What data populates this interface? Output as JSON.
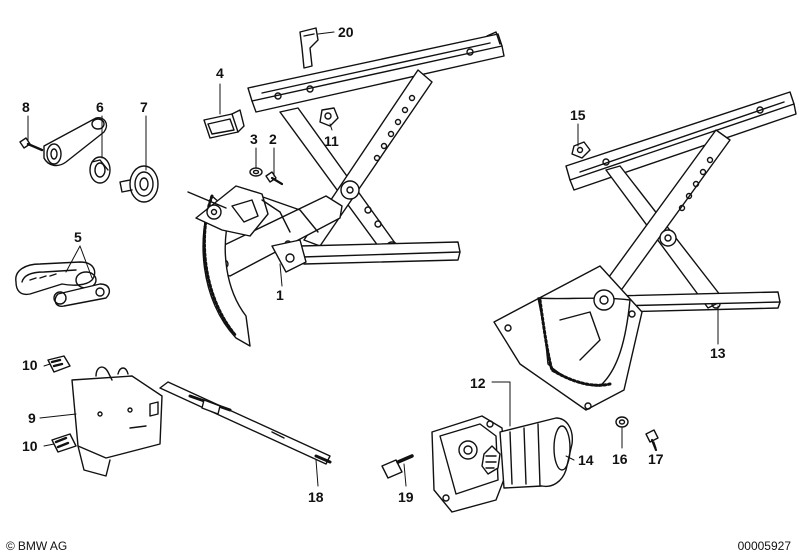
{
  "callouts": {
    "p1": "1",
    "p2": "2",
    "p3": "3",
    "p4": "4",
    "p5": "5",
    "p6": "6",
    "p7": "7",
    "p8": "8",
    "p9": "9",
    "p10a": "10",
    "p10b": "10",
    "p11": "11",
    "p12": "12",
    "p13": "13",
    "p14": "14",
    "p15": "15",
    "p16": "16",
    "p17": "17",
    "p18": "18",
    "p19": "19",
    "p20": "20"
  },
  "footer": {
    "brand": "BMW AG",
    "copyright_icon": "©",
    "drawing_id": "00005927"
  },
  "colors": {
    "line": "#111111",
    "background": "#ffffff"
  }
}
